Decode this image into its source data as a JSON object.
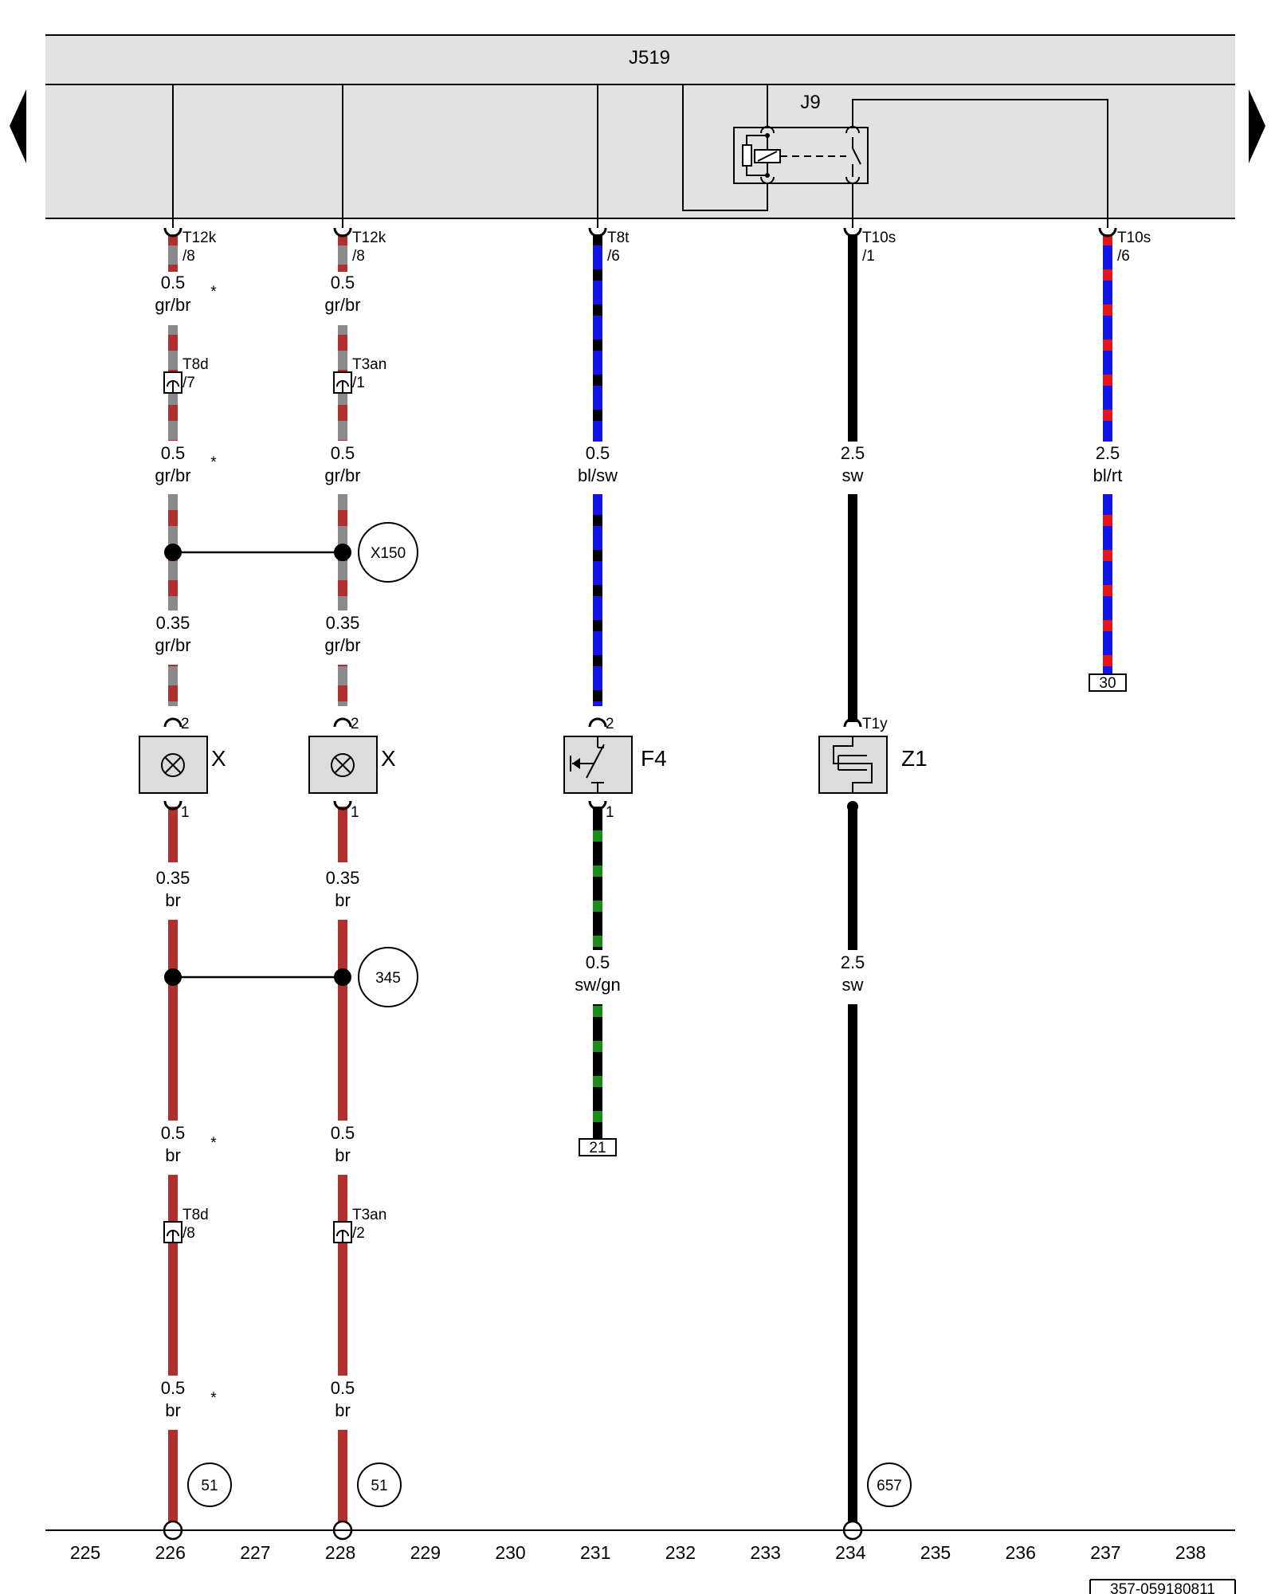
{
  "module": {
    "label": "J519",
    "relay_label": "J9"
  },
  "wires": {
    "c226": {
      "pin_top": "T12k",
      "pin_top_n": "/8",
      "g1": "0.5",
      "c1": "gr/br",
      "conn1": "T8d",
      "conn1_n": "/7",
      "g2": "0.5",
      "c2": "gr/br",
      "g3": "0.35",
      "c3": "gr/br",
      "comp_pin_in": "2",
      "comp": "X",
      "comp_pin_out": "1",
      "g4": "0.35",
      "c4": "br",
      "g5": "0.5",
      "c5": "br",
      "conn2": "T8d",
      "conn2_n": "/8",
      "g6": "0.5",
      "c6": "br",
      "ground": "51"
    },
    "c228": {
      "pin_top": "T12k",
      "pin_top_n": "/8",
      "g1": "0.5",
      "c1": "gr/br",
      "conn1": "T3an",
      "conn1_n": "/1",
      "g2": "0.5",
      "c2": "gr/br",
      "g3": "0.35",
      "c3": "gr/br",
      "comp_pin_in": "2",
      "comp": "X",
      "comp_pin_out": "1",
      "g4": "0.35",
      "c4": "br",
      "g5": "0.5",
      "c5": "br",
      "conn2": "T3an",
      "conn2_n": "/2",
      "g6": "0.5",
      "c6": "br",
      "ground": "51"
    },
    "c231": {
      "pin_top": "T8t",
      "pin_top_n": "/6",
      "g1": "0.5",
      "c1": "bl/sw",
      "comp_pin_in": "2",
      "comp": "F4",
      "comp_pin_out": "1",
      "g2": "0.5",
      "c2": "sw/gn",
      "ref": "21"
    },
    "c234": {
      "pin_top": "T10s",
      "pin_top_n": "/1",
      "g1": "2.5",
      "c1": "sw",
      "comp_pin_in": "T1y",
      "comp": "Z1",
      "g2": "2.5",
      "c2": "sw",
      "ground": "657"
    },
    "c237": {
      "pin_top": "T10s",
      "pin_top_n": "/6",
      "g1": "2.5",
      "c1": "bl/rt",
      "ref": "30"
    }
  },
  "splices": {
    "upper": "X150",
    "lower": "345"
  },
  "asterisk": "*",
  "track_numbers": [
    "225",
    "226",
    "227",
    "228",
    "229",
    "230",
    "231",
    "232",
    "233",
    "234",
    "235",
    "236",
    "237",
    "238"
  ],
  "doc_id": "357-059180811",
  "colors": {
    "grey": "#8a8a8a",
    "brown": "#b03030",
    "blue": "#1414e6",
    "black": "#000000",
    "green": "#1a8c1a",
    "red": "#e61414",
    "module_fill": "#e2e2e2",
    "component_fill": "#dcdcdc"
  }
}
